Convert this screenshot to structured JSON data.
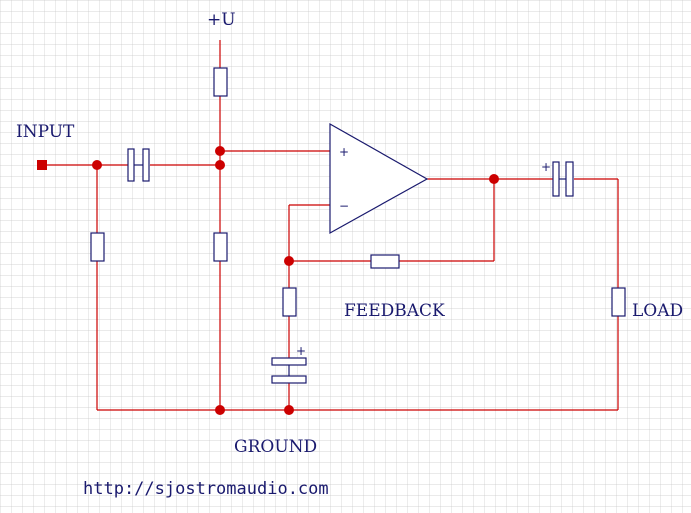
{
  "labels": {
    "supply": "+U",
    "input": "INPUT",
    "feedback": "FEEDBACK",
    "load": "LOAD",
    "ground": "GROUND"
  },
  "opamp": {
    "plus_sign": "+",
    "minus_sign": "−"
  },
  "capacitor_polarity": {
    "output_cap": "+",
    "feedback_cap": "+"
  },
  "footer": {
    "url": "http://sjostromaudio.com"
  },
  "colors": {
    "grid": "#c8c8c8",
    "wire": "#cc0000",
    "component": "#1a1a6e",
    "text": "#1a1a6e"
  }
}
